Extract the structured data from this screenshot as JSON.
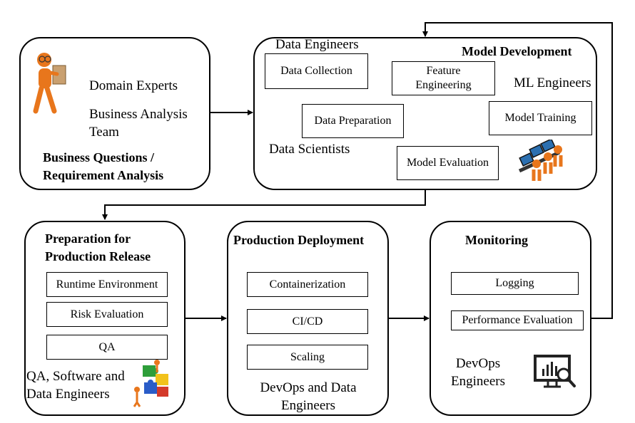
{
  "requirements": {
    "roles": [
      "Domain Experts",
      "Business Analysis Team"
    ],
    "title": "Business Questions / Requirement Analysis"
  },
  "model_development": {
    "title": "Model Development",
    "data_engineers": "Data Engineers",
    "data_scientists": "Data Scientists",
    "ml_engineers": "ML Engineers",
    "steps": {
      "data_collection": "Data Collection",
      "data_preparation": "Data Preparation",
      "feature_engineering": "Feature Engineering",
      "model_training": "Model Training",
      "model_evaluation": "Model Evaluation"
    }
  },
  "preparation": {
    "title": "Preparation for Production Release",
    "items": [
      "Runtime Environment",
      "Risk Evaluation",
      "QA"
    ],
    "roles": "QA, Software and Data Engineers"
  },
  "deployment": {
    "title": "Production Deployment",
    "items": [
      "Containerization",
      "CI/CD",
      "Scaling"
    ],
    "roles": "DevOps and Data Engineers"
  },
  "monitoring": {
    "title": "Monitoring",
    "items": [
      "Logging",
      "Performance Evaluation"
    ],
    "roles": "DevOps Engineers"
  },
  "colors": {
    "figure_orange": "#e8761c",
    "puzzle_green": "#2e9e3a",
    "puzzle_blue": "#2a5cc8",
    "puzzle_yellow": "#f2c21b",
    "puzzle_red": "#d43a2a",
    "screen_blue": "#2b6fb0",
    "monitor_dark": "#222222"
  }
}
